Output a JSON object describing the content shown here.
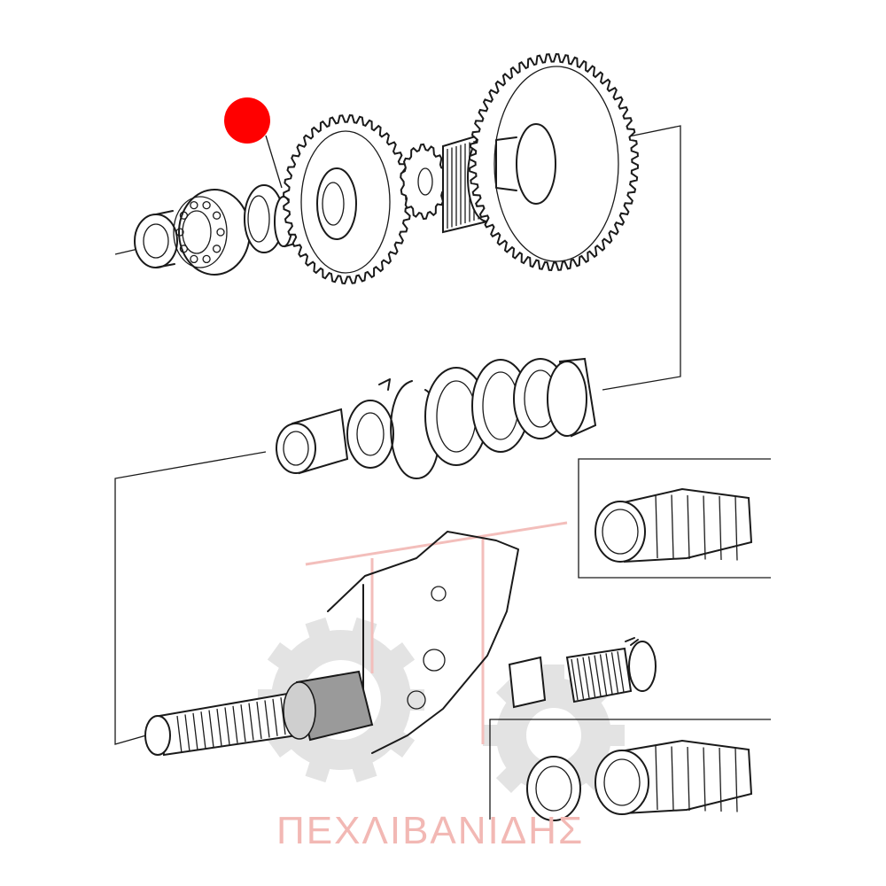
{
  "watermark": {
    "text": "ΠΕΧΛΙΒΑΝΙΔΗΣ",
    "color": "#f2b8b4",
    "logo": "gear-logo"
  },
  "callout": {
    "marker_color": "#ff0000",
    "icon": "red-dot-marker"
  },
  "colors": {
    "line": "#1a1a1a",
    "background": "#ffffff"
  }
}
